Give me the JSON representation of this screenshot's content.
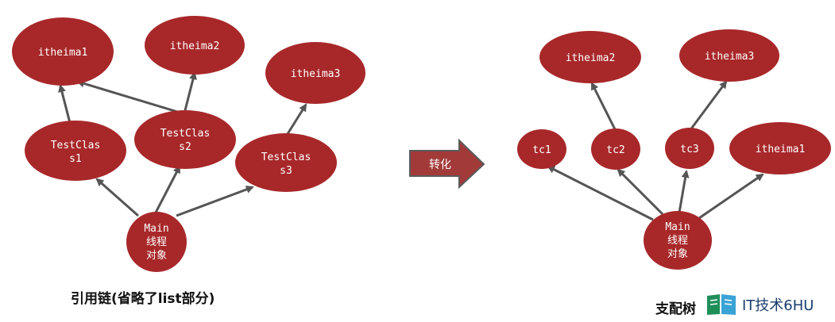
{
  "left_diagram": {
    "nodes": {
      "itheima1": [
        "itheima1"
      ],
      "itheima2": [
        "itheima2"
      ],
      "itheima3": [
        "itheima3"
      ],
      "tc1": [
        "TestClas",
        "s1"
      ],
      "tc2": [
        "TestClas",
        "s2"
      ],
      "tc3": [
        "TestClas",
        "s3"
      ],
      "main": [
        "Main",
        "线程",
        "对象"
      ]
    },
    "caption": "引用链(省略了list部分)"
  },
  "transform_arrow": {
    "label": "转化"
  },
  "right_diagram": {
    "nodes": {
      "itheima2": [
        "itheima2"
      ],
      "itheima3": [
        "itheima3"
      ],
      "tc1": [
        "tc1"
      ],
      "tc2": [
        "tc2"
      ],
      "tc3": [
        "tc3"
      ],
      "itheima1": [
        "itheima1"
      ],
      "main": [
        "Main",
        "线程",
        "对象"
      ]
    },
    "caption": "支配树"
  },
  "watermark": {
    "text": "IT技术6HU"
  },
  "colors": {
    "node": "#a8282a",
    "edge": "#555555",
    "arrow": "#a33a3a",
    "arrow_stroke": "#5a5a5a"
  }
}
